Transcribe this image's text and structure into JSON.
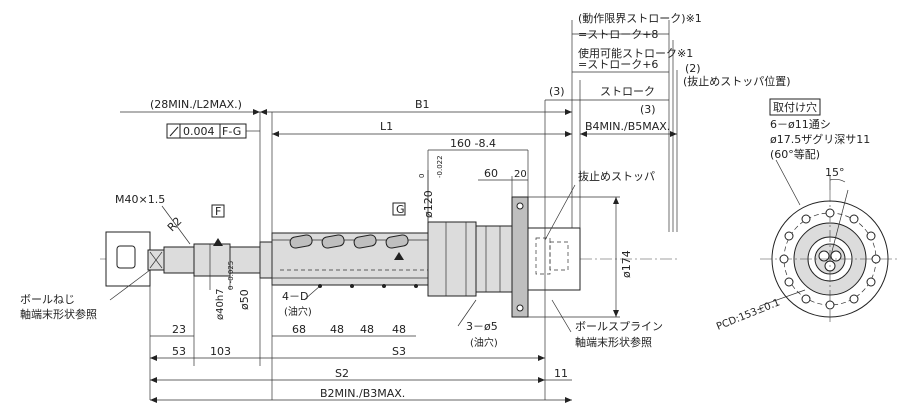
{
  "annotations": {
    "dynamic_limit_stroke": "(動作限界ストローク)※1",
    "dynamic_limit_stroke_value": "=ストローク+8",
    "usable_stroke": "使用可能ストローク※1",
    "usable_stroke_value": "=ストローク+6",
    "stroke": "ストローク",
    "stopper_position": "(抜止めストッパ位置)",
    "stopper": "抜止めストッパ",
    "ball_screw_end": "ボールねじ",
    "ball_screw_end_2": "軸端末形状参照",
    "ball_spline_end": "ボールスプライン",
    "ball_spline_end_2": "軸端末形状参照",
    "mount_hole_title": "取付け穴",
    "mount_hole_line1": "6－ø11通シ",
    "mount_hole_line2": "ø17.5ザグリ深サ11",
    "mount_hole_line3": "(60°等配)"
  },
  "dimensions": {
    "d28": "(28MIN./L2MAX.)",
    "b1": "B1",
    "l1": "L1",
    "b4": "B4MIN./B5MAX.",
    "p3a": "(3)",
    "p3b": "(3)",
    "p2": "(2)",
    "d160": "160 -8.4",
    "d60": "60",
    "d20": "20",
    "d120": "ø120",
    "d120_tol_top": "0",
    "d120_tol_bot": "-0.022",
    "d174": "ø174",
    "m40": "M40×1.5",
    "r2": "R2",
    "d50": "ø50",
    "d40": "ø40h7",
    "d40_tol": "0 -0.025",
    "oil4": "4－D",
    "oil4_note": "(油穴)",
    "oil3": "3－ø5",
    "oil3_note": "(油穴)",
    "d23": "23",
    "d68": "68",
    "d48a": "48",
    "d48b": "48",
    "d48c": "48",
    "d53": "53",
    "d103": "103",
    "s3": "S3",
    "s2": "S2",
    "d11": "11",
    "b2": "B2MIN./B3MAX.",
    "angle15": "15°",
    "pcd": "PCD:153±0.1"
  },
  "datums": {
    "f": "F",
    "g": "G",
    "runout_value": "0.004",
    "runout_ref": "F-G"
  }
}
